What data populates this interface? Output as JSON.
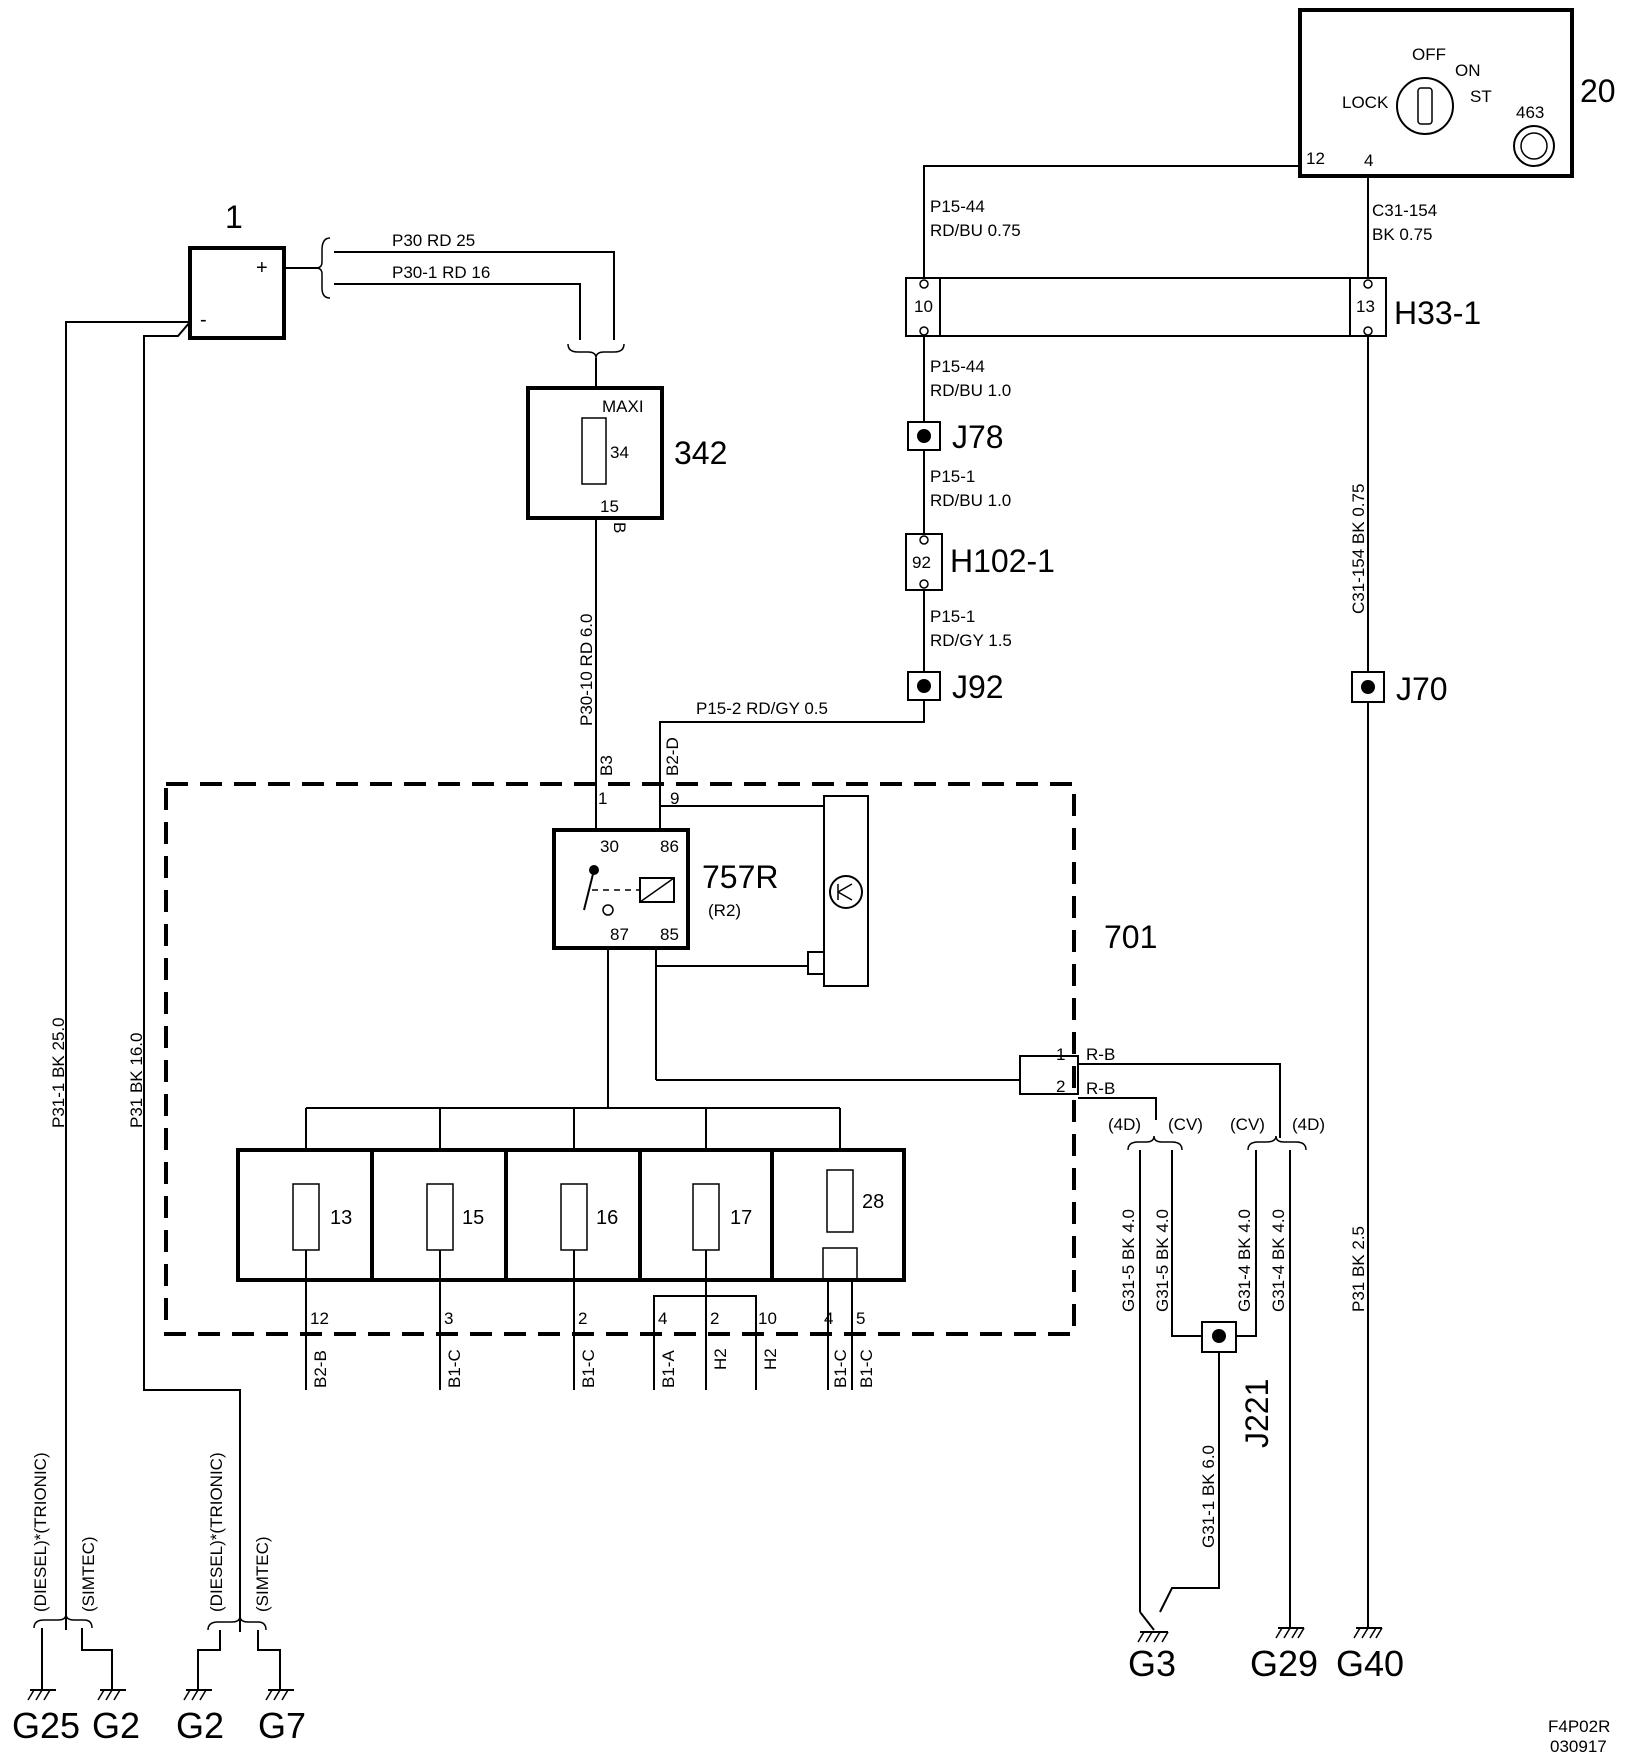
{
  "components": {
    "battery": {
      "id": "1",
      "plus": "+",
      "minus": "-"
    },
    "ignition_switch": {
      "id": "20",
      "positions": [
        "OFF",
        "ON",
        "ST",
        "LOCK"
      ],
      "immobilizer_id": "463",
      "pin_a": "12",
      "pin_b": "4"
    },
    "maxi_fuse": {
      "id": "342",
      "label": "MAXI",
      "fuse": "34",
      "pin": "15",
      "wire_end": "B"
    },
    "connector_h33": {
      "id": "H33-1",
      "pin_a": "10",
      "pin_b": "13"
    },
    "connector_h102": {
      "id": "H102-1",
      "pin": "92"
    },
    "relay": {
      "id": "757R",
      "sub": "(R2)",
      "pins": [
        "30",
        "86",
        "87",
        "85"
      ]
    },
    "fuse_box": {
      "id": "701",
      "entry_pins": [
        "1",
        "9"
      ],
      "entry_conn": [
        "B3",
        "B2-D"
      ],
      "fuses": [
        "13",
        "15",
        "16",
        "17",
        "28"
      ],
      "out_pin_1": "1",
      "out_pin_2": "2",
      "out_conn_1": "R-B",
      "out_conn_2": "R-B"
    },
    "junctions": [
      "J78",
      "J92",
      "J70",
      "J221"
    ]
  },
  "wires": {
    "p30": "P30  RD  25",
    "p30_1": "P30-1 RD 16",
    "p15_44_top_a": "P15-44",
    "p15_44_top_b": "RD/BU 0.75",
    "c31_top_a": "C31-154",
    "c31_top_b": "BK  0.75",
    "p15_44_bot_a": "P15-44",
    "p15_44_bot_b": "RD/BU  1.0",
    "p15_1_a": "P15-1",
    "p15_1_b": "RD/BU  1.0",
    "p15_1_c": "P15-1",
    "p15_1_d": "RD/GY  1.5",
    "p15_2": "P15-2  RD/GY  0.5",
    "c31_vert": "C31-154  BK  0.75",
    "p30_10": "P30-10   RD   6.0",
    "p31_1": "P31-1  BK  25.0",
    "p31": "P31  BK  16.0",
    "p31_right": "P31  BK  2.5",
    "g31_5_a": "G31-5  BK  4.0",
    "g31_5_b": "G31-5  BK  4.0",
    "g31_4_a": "G31-4  BK  4.0",
    "g31_4_b": "G31-4  BK  4.0",
    "g31_1": "G31-1  BK  6.0"
  },
  "variants": {
    "a4d": "(4D)",
    "acv": "(CV)",
    "bcv": "(CV)",
    "b4d": "(4D)",
    "diesel_trionic": "(DIESEL)*(TRIONIC)",
    "simtec": "(SIMTEC)"
  },
  "fuse_outputs": [
    {
      "pin": "12",
      "conn": "B2-B"
    },
    {
      "pin": "3",
      "conn": "B1-C"
    },
    {
      "pin": "2",
      "conn": "B1-C"
    },
    {
      "pin": "4",
      "conn": "B1-A"
    },
    {
      "pin": "2",
      "conn": "H2"
    },
    {
      "pin": "10",
      "conn": "H2"
    },
    {
      "pin": "4",
      "conn": "B1-C"
    },
    {
      "pin": "5",
      "conn": "B1-C"
    }
  ],
  "grounds": [
    "G25",
    "G2",
    "G2",
    "G7",
    "G3",
    "G29",
    "G40"
  ],
  "figure": {
    "code": "F4P02R",
    "date": "030917"
  }
}
